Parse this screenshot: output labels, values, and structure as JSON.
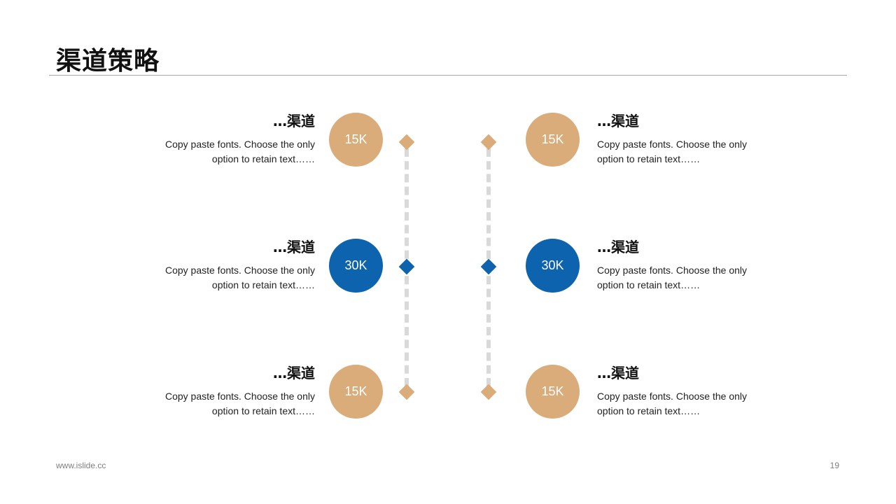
{
  "page": {
    "title": "渠道策略",
    "footer_url": "www.islide.cc",
    "page_number": "19"
  },
  "colors": {
    "tan": "#D9AC7A",
    "blue": "#0E63AE",
    "dash": "#D9D9D9",
    "rule": "#A6A6A6"
  },
  "items": [
    {
      "value": "15K",
      "heading": "…渠道",
      "line1": "Copy paste fonts. Choose the only",
      "line2": "option to retain text……",
      "color": "tan"
    },
    {
      "value": "30K",
      "heading": "…渠道",
      "line1": "Copy paste fonts. Choose the only",
      "line2": "option to retain text……",
      "color": "blue"
    },
    {
      "value": "15K",
      "heading": "…渠道",
      "line1": "Copy paste fonts. Choose the only",
      "line2": "option to retain text……",
      "color": "tan"
    },
    {
      "value": "15K",
      "heading": "…渠道",
      "line1": "Copy paste fonts. Choose the only",
      "line2": "option to retain text……",
      "color": "tan"
    },
    {
      "value": "30K",
      "heading": "…渠道",
      "line1": "Copy paste fonts. Choose the only",
      "line2": "option to retain text……",
      "color": "blue"
    },
    {
      "value": "15K",
      "heading": "…渠道",
      "line1": "Copy paste fonts. Choose the only",
      "line2": "option to retain text……",
      "color": "tan"
    }
  ]
}
